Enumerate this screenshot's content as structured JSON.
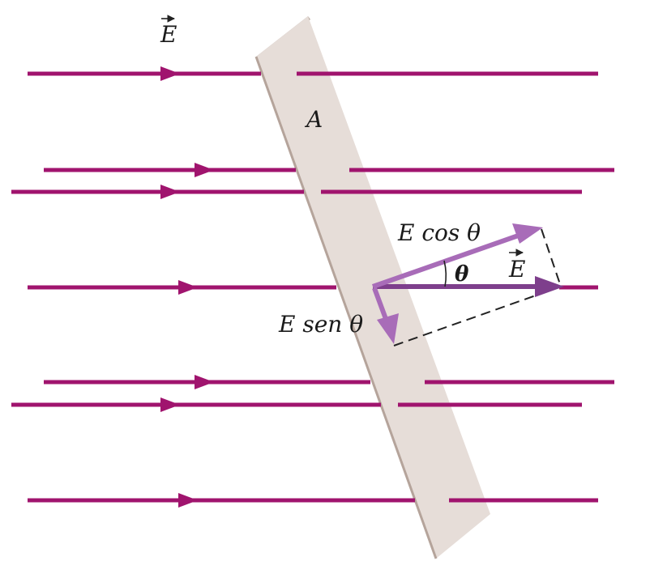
{
  "labels": {
    "field_symbol": "E",
    "area_symbol": "A",
    "cos_component": "E cos θ",
    "sin_component": "E sen θ",
    "angle_symbol": "θ",
    "field_vector": "E"
  },
  "colors": {
    "field_line": "#a0146e",
    "component_arrow": "#a86cb8",
    "field_vector_arrow": "#7e3f8c",
    "plate_face": "#e6ddd8",
    "plate_edge": "#b5a49b",
    "dashed_line": "#222222"
  },
  "arrow_icons": [
    "arrow-head-icon",
    "vector-overbar-icon"
  ]
}
